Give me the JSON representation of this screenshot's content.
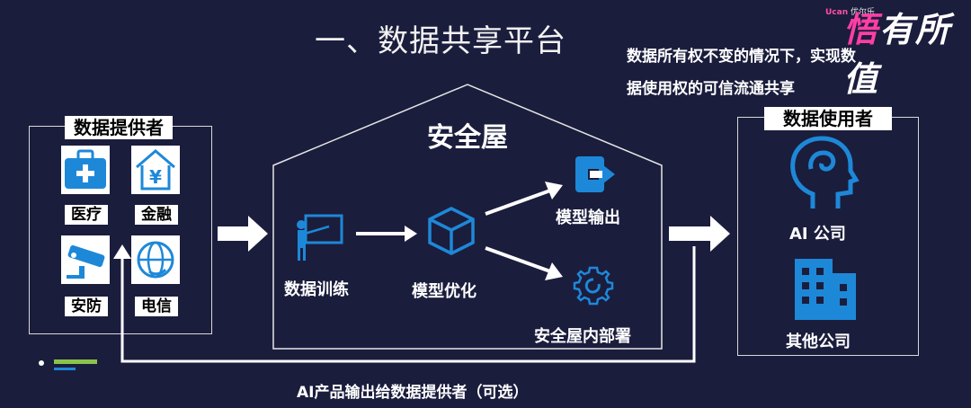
{
  "title": "一、数据共享平台",
  "brand": {
    "tag": "Ucan",
    "tag2": "优尔乐",
    "name_1": "悟",
    "name_2": "有所值"
  },
  "note": {
    "line1": "数据所有权不变的情况下，实现数",
    "line2": "据使用权的可信流通共享"
  },
  "provider": {
    "title": "数据提供者",
    "items": [
      {
        "label": "医疗",
        "icon": "medical-kit-icon"
      },
      {
        "label": "金融",
        "icon": "finance-house-icon"
      },
      {
        "label": "安防",
        "icon": "security-camera-icon"
      },
      {
        "label": "电信",
        "icon": "telecom-globe-icon"
      }
    ]
  },
  "house": {
    "title": "安全屋",
    "train": "数据训练",
    "optimize": "模型优化",
    "export": "模型输出",
    "deploy": "安全屋内部署"
  },
  "consumer": {
    "title": "数据使用者",
    "items": [
      {
        "label": "AI 公司",
        "icon": "ai-head-icon"
      },
      {
        "label": "其他公司",
        "icon": "office-building-icon"
      }
    ]
  },
  "feedback": "AI产品输出给数据提供者（可选）",
  "colors": {
    "background": "#1b1d3d",
    "icon_blue": "#1e88d8",
    "accent_green": "#8bc34a",
    "accent_pink": "#ff3ea5"
  }
}
